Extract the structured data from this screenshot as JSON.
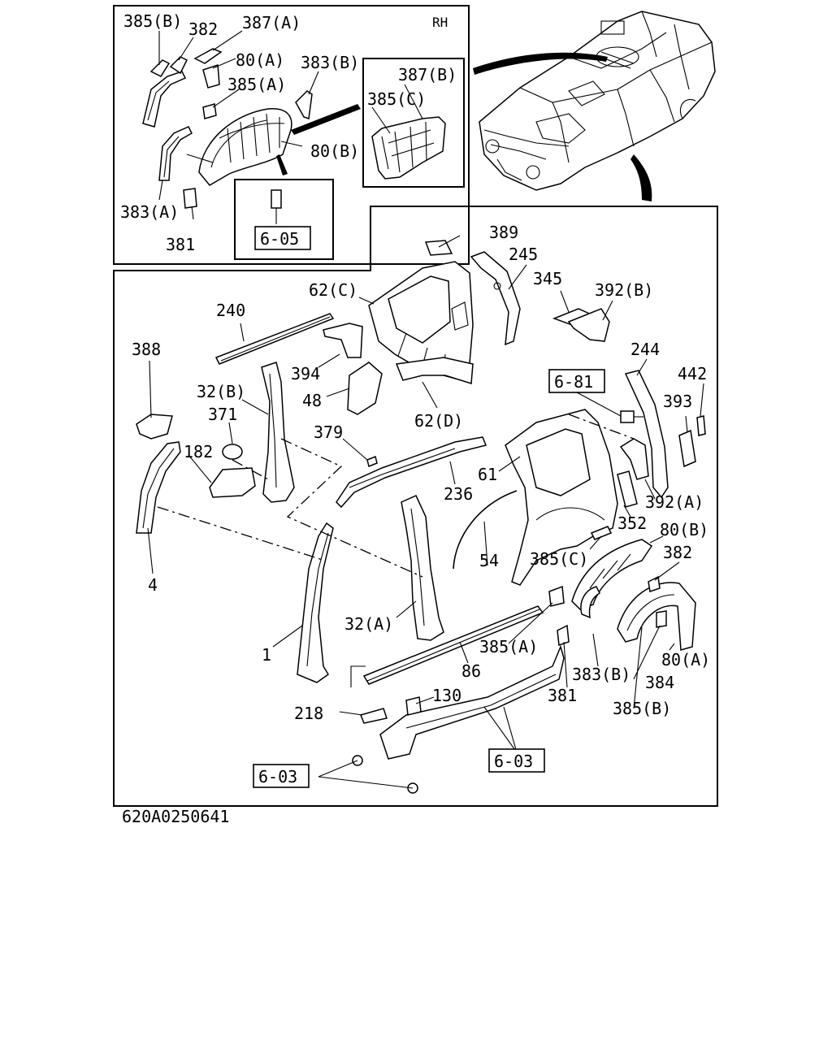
{
  "inset": {
    "side_label": "RH",
    "callouts": [
      {
        "id": "c385b",
        "text": "385(B)"
      },
      {
        "id": "c382",
        "text": "382"
      },
      {
        "id": "c387a",
        "text": "387(A)"
      },
      {
        "id": "c80a",
        "text": "80(A)"
      },
      {
        "id": "c383b",
        "text": "383(B)"
      },
      {
        "id": "c385a",
        "text": "385(A)"
      },
      {
        "id": "c387b",
        "text": "387(B)"
      },
      {
        "id": "c385c",
        "text": "385(C)"
      },
      {
        "id": "c80b",
        "text": "80(B)"
      },
      {
        "id": "c383a",
        "text": "383(A)"
      },
      {
        "id": "c381",
        "text": "381"
      }
    ],
    "ref_box": "6-05"
  },
  "main": {
    "callouts": [
      {
        "id": "m389",
        "text": "389"
      },
      {
        "id": "m245",
        "text": "245"
      },
      {
        "id": "m62c",
        "text": "62(C)"
      },
      {
        "id": "m345",
        "text": "345"
      },
      {
        "id": "m392b",
        "text": "392(B)"
      },
      {
        "id": "m240",
        "text": "240"
      },
      {
        "id": "m388",
        "text": "388"
      },
      {
        "id": "m394",
        "text": "394"
      },
      {
        "id": "m244",
        "text": "244"
      },
      {
        "id": "m48",
        "text": "48"
      },
      {
        "id": "m442",
        "text": "442"
      },
      {
        "id": "m32b",
        "text": "32(B)"
      },
      {
        "id": "m62d",
        "text": "62(D)"
      },
      {
        "id": "m393",
        "text": "393"
      },
      {
        "id": "m371",
        "text": "371"
      },
      {
        "id": "m379",
        "text": "379"
      },
      {
        "id": "m182",
        "text": "182"
      },
      {
        "id": "m61",
        "text": "61"
      },
      {
        "id": "m236",
        "text": "236"
      },
      {
        "id": "m392a",
        "text": "392(A)"
      },
      {
        "id": "m352",
        "text": "352"
      },
      {
        "id": "m80b",
        "text": "80(B)"
      },
      {
        "id": "m4",
        "text": "4"
      },
      {
        "id": "m54",
        "text": "54"
      },
      {
        "id": "m385c",
        "text": "385(C)"
      },
      {
        "id": "m382",
        "text": "382"
      },
      {
        "id": "m32a",
        "text": "32(A)"
      },
      {
        "id": "m1",
        "text": "1"
      },
      {
        "id": "m385a",
        "text": "385(A)"
      },
      {
        "id": "m80a",
        "text": "80(A)"
      },
      {
        "id": "m86",
        "text": "86"
      },
      {
        "id": "m383b",
        "text": "383(B)"
      },
      {
        "id": "m384",
        "text": "384"
      },
      {
        "id": "m130",
        "text": "130"
      },
      {
        "id": "m381",
        "text": "381"
      },
      {
        "id": "m218",
        "text": "218"
      },
      {
        "id": "m385b",
        "text": "385(B)"
      }
    ],
    "ref_boxes": [
      {
        "id": "r681",
        "text": "6-81"
      },
      {
        "id": "r603a",
        "text": "6-03"
      },
      {
        "id": "r603b",
        "text": "6-03"
      }
    ]
  },
  "figure_code": "620A0250641"
}
